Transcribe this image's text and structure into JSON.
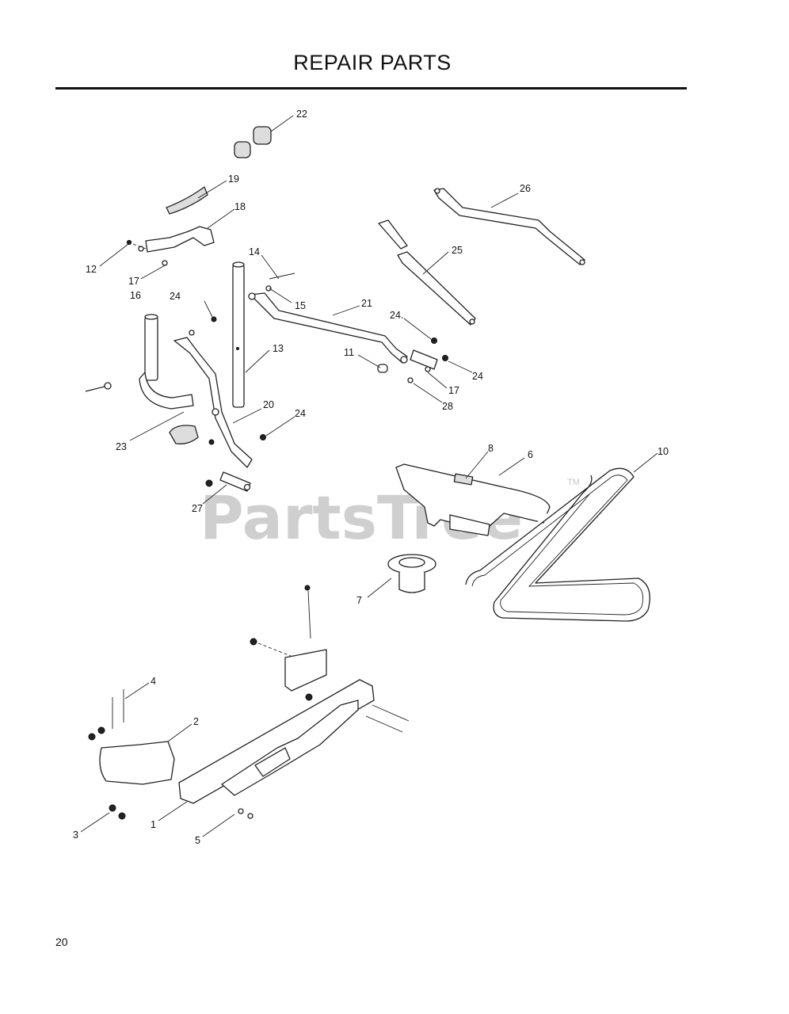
{
  "header": {
    "title": "REPAIR PARTS"
  },
  "footer": {
    "page_number": "20"
  },
  "watermark": {
    "brand": "PartsTree",
    "trademark": "TM"
  },
  "callouts": [
    "22",
    "19",
    "18",
    "12",
    "17",
    "16",
    "14",
    "24",
    "15",
    "21",
    "13",
    "11",
    "24.",
    "24",
    "17",
    "28",
    "20",
    "24",
    "23",
    "27",
    "26",
    "25",
    "8",
    "6",
    "10",
    "7",
    "4",
    "2",
    "3",
    "1",
    "5"
  ]
}
